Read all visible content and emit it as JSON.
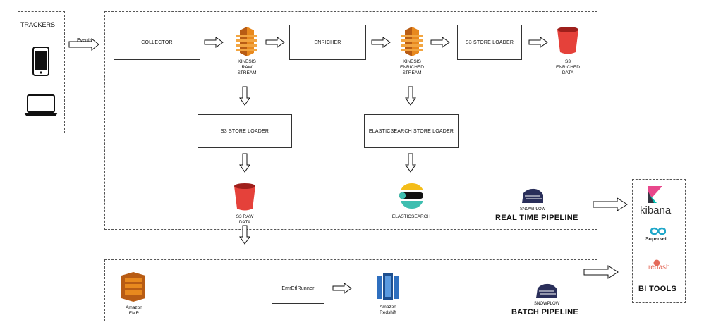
{
  "trackers": {
    "title": "TRACKERS",
    "events_label": "Events",
    "devices": [
      "phone-icon",
      "laptop-icon"
    ]
  },
  "realtime": {
    "collector": "COLLECTOR",
    "kinesis_raw": "KINESIS\nRAW\nSTREAM",
    "enricher": "ENRICHER",
    "kinesis_enriched": "KINESIS\nENRICHED\nSTREAM",
    "s3_loader_top": "S3 STORE LOADER",
    "s3_enriched": "S3\nENRICHED\nDATA",
    "s3_loader_mid": "S3 STORE LOADER",
    "es_loader": "ELASTICSEARCH STORE LOADER",
    "s3_raw": "S3 RAW\nDATA",
    "elasticsearch": "ELASTICSEARCH",
    "snowplow": "SNOWPLOW",
    "pipeline_title": "REAL TIME PIPELINE"
  },
  "batch": {
    "emr": "Amazon\nEMR",
    "runner": "EmrEtlRunner",
    "redshift": "Amazon\nRedshift",
    "snowplow": "SNOWPLOW",
    "pipeline_title": "BATCH PIPELINE"
  },
  "bi": {
    "kibana": "kibana",
    "superset": "Superset",
    "redash": "redash",
    "title": "BI TOOLS"
  },
  "colors": {
    "aws_orange": "#E8891E",
    "aws_dark": "#B85C14",
    "s3_red": "#E5413A",
    "redshift_blue": "#2E6FBF",
    "kibana_pink": "#E8478B",
    "redash_red": "#E46A5A"
  }
}
